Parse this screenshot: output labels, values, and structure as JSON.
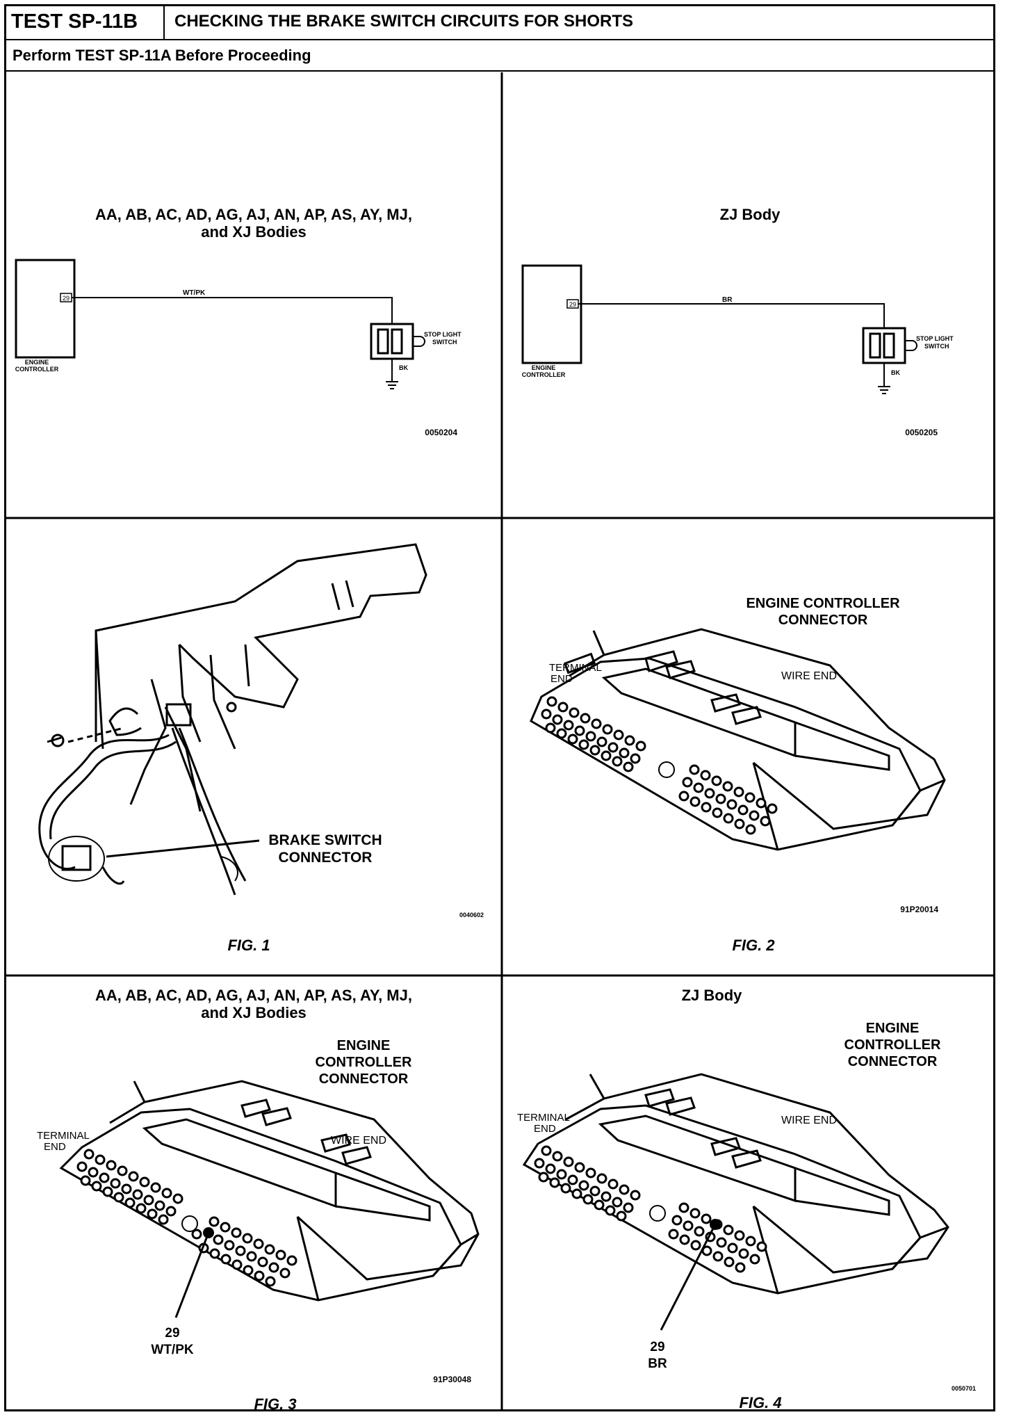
{
  "header": {
    "test_id": "TEST SP-11B",
    "title": "CHECKING THE BRAKE SWITCH CIRCUITS FOR SHORTS",
    "subtitle": "Perform TEST SP-11A Before Proceeding"
  },
  "panels": {
    "p1": {
      "heading_line1": "AA, AB, AC, AD, AG, AJ, AN, AP, AS, AY, MJ,",
      "heading_line2": "and XJ Bodies",
      "controller_label_1": "ENGINE",
      "controller_label_2": "CONTROLLER",
      "pin": "29",
      "wire": "WT/PK",
      "switch_label_1": "STOP LIGHT",
      "switch_label_2": "SWITCH",
      "ground_wire": "BK",
      "code": "0050204"
    },
    "p2": {
      "heading": "ZJ Body",
      "controller_label_1": "ENGINE",
      "controller_label_2": "CONTROLLER",
      "pin": "29",
      "wire": "BR",
      "switch_label_1": "STOP LIGHT",
      "switch_label_2": "SWITCH",
      "ground_wire": "BK",
      "code": "0050205"
    },
    "fig1": {
      "callout_1": "BRAKE SWITCH",
      "callout_2": "CONNECTOR",
      "code": "0040602",
      "caption": "FIG. 1"
    },
    "fig2": {
      "label_1": "ENGINE CONTROLLER",
      "label_2": "CONNECTOR",
      "terminal_1": "TERMINAL",
      "terminal_2": "END",
      "wire_end": "WIRE END",
      "code": "91P20014",
      "caption": "FIG. 2"
    },
    "fig3": {
      "heading_line1": "AA, AB, AC, AD, AG, AJ, AN, AP, AS, AY, MJ,",
      "heading_line2": "and XJ Bodies",
      "label_1": "ENGINE",
      "label_2": "CONTROLLER",
      "label_3": "CONNECTOR",
      "terminal_1": "TERMINAL",
      "terminal_2": "END",
      "wire_end": "WIRE END",
      "pin": "29",
      "wire": "WT/PK",
      "code": "91P30048",
      "caption": "FIG. 3"
    },
    "fig4": {
      "heading": "ZJ Body",
      "label_1": "ENGINE",
      "label_2": "CONTROLLER",
      "label_3": "CONNECTOR",
      "terminal_1": "TERMINAL",
      "terminal_2": "END",
      "wire_end": "WIRE END",
      "pin": "29",
      "wire": "BR",
      "code": "0050701",
      "caption": "FIG. 4"
    }
  }
}
